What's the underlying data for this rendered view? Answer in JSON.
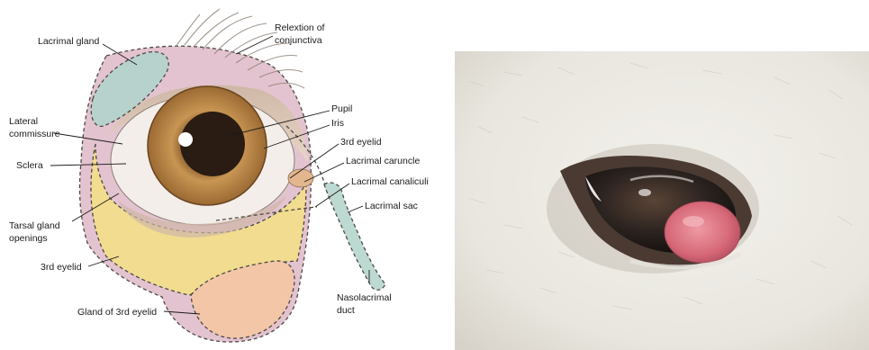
{
  "diagram": {
    "labels": {
      "lacrimal_gland": "Lacrimal gland",
      "reflexion_line1": "Relextion of",
      "reflexion_line2": "conjunctiva",
      "pupil": "Pupil",
      "iris": "Iris",
      "third_eyelid_upper": "3rd eyelid",
      "lateral_line1": "Lateral",
      "lateral_line2": "commissure",
      "sclera": "Sclera",
      "lacrimal_caruncle": "Lacrimal caruncle",
      "lacrimal_canaliculi": "Lacrimal canaliculi",
      "lacrimal_sac": "Lacrimal sac",
      "tarsal_line1": "Tarsal gland",
      "tarsal_line2": "openings",
      "third_eyelid_lower": "3rd eyelid",
      "nasolacrimal_line1": "Nasolacrimal",
      "nasolacrimal_line2": "duct",
      "gland_third_eyelid": "Gland of 3rd eyelid"
    },
    "colors": {
      "conjunctiva_pink": "#e3c3cf",
      "lacrimal_gland": "#b7d2cc",
      "iris": "#c89553",
      "pupil": "#2a1c13",
      "sclera": "#f3eeea",
      "third_eyelid_yellow": "#f2dc8f",
      "gland_peach": "#f2c6a7",
      "duct": "#bcd9d2"
    }
  },
  "photo": {
    "subject": "dog-eye-with-prolapsed-third-eyelid-gland",
    "colors": {
      "fur": "#ece9e3",
      "eye": "#2a2420",
      "cherry_eye": "#d9707f"
    }
  }
}
